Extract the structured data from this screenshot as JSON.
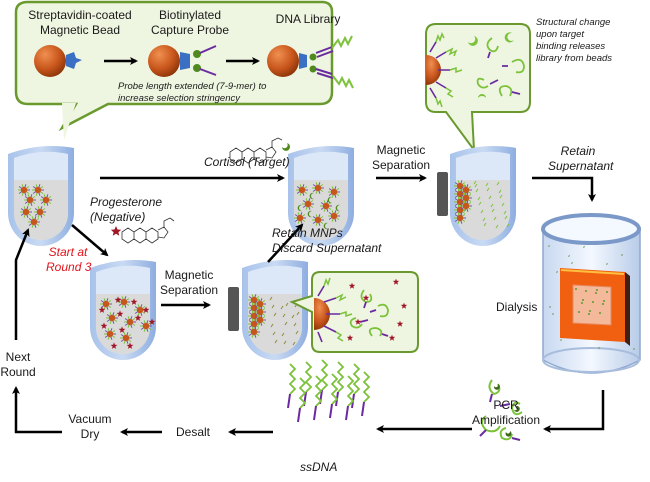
{
  "colors": {
    "bubble_fill": "#eef5e0",
    "bubble_stroke": "#6a9a2e",
    "bead": "#c8561c",
    "probe": "#3a6fc4",
    "biotin": "#4e8a1e",
    "dna_strand": "#7cc23a",
    "dna_primer": "#6a2aa0",
    "tube": "#9db8e2",
    "liquid": "#dadada",
    "magnet": "#555555",
    "negative_star": "#a01828",
    "start_text": "#e0141c",
    "dialysis_cassette": "#f06010"
  },
  "inset_top": {
    "labels": {
      "bead": [
        "Streptavidin-coated",
        "Magnetic Bead"
      ],
      "probe": [
        "Biotinylated",
        "Capture Probe"
      ],
      "library": [
        "DNA Library"
      ]
    },
    "note": [
      "Probe length extended (7-9-mer) to",
      "increase selection stringency"
    ]
  },
  "release_note": [
    "Structural change",
    "upon target",
    "binding releases",
    "library from beads"
  ],
  "target": {
    "label": "Cortisol (Target)"
  },
  "negative": {
    "label": [
      "Progesterone",
      "(Negative)"
    ]
  },
  "start_note": [
    "Start at",
    "Round 3"
  ],
  "steps": {
    "magnetic_separation_top": [
      "Magnetic",
      "Separation"
    ],
    "magnetic_separation_bottom": [
      "Magnetic",
      "Separation"
    ],
    "retain_supernatant": [
      "Retain",
      "Supernatant"
    ],
    "retain_mnps": [
      "Retain MNPs",
      "Discard Supernatant"
    ],
    "dialysis": "Dialysis",
    "pcr": [
      "PCR",
      "Amplification"
    ],
    "ssdna": "ssDNA",
    "desalt": "Desalt",
    "vacuum_dry": [
      "Vacuum",
      "Dry"
    ],
    "next_round": [
      "Next",
      "Round"
    ]
  }
}
